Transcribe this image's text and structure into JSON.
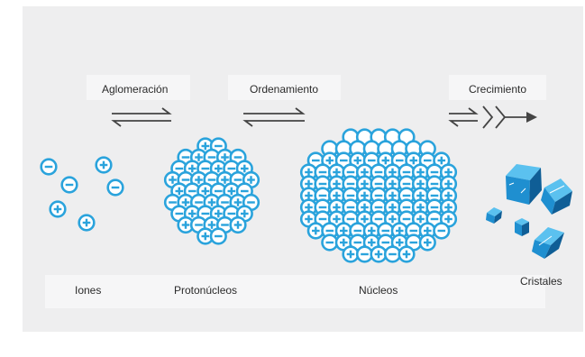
{
  "steps": {
    "aglomeracion": "Aglomeración",
    "ordenamiento": "Ordenamiento",
    "crecimiento": "Crecimiento"
  },
  "stages": {
    "iones": "Iones",
    "protonucleos": "Protonúcleos",
    "nucleos": "Núcleos",
    "cristales": "Cristales"
  },
  "colors": {
    "ion_stroke": "#2aa3dc",
    "crystal_light": "#5bc1ef",
    "crystal_mid": "#1f8fd0",
    "crystal_dark": "#0f5e96",
    "arrow": "#444444"
  }
}
